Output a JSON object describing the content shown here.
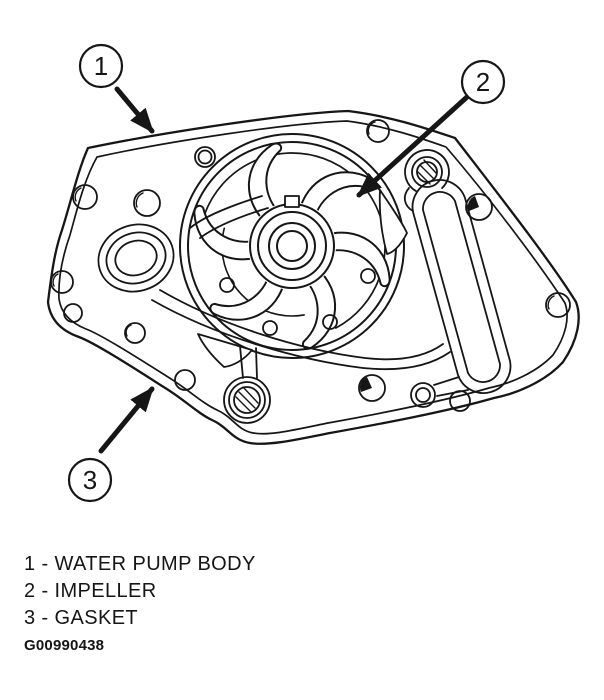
{
  "colors": {
    "ink": "#161616",
    "background": "#ffffff"
  },
  "callouts": [
    {
      "number": "1",
      "label": "WATER PUMP BODY"
    },
    {
      "number": "2",
      "label": "IMPELLER"
    },
    {
      "number": "3",
      "label": "GASKET"
    }
  ],
  "legend": {
    "separator": " - "
  },
  "figure_id": "G00990438"
}
